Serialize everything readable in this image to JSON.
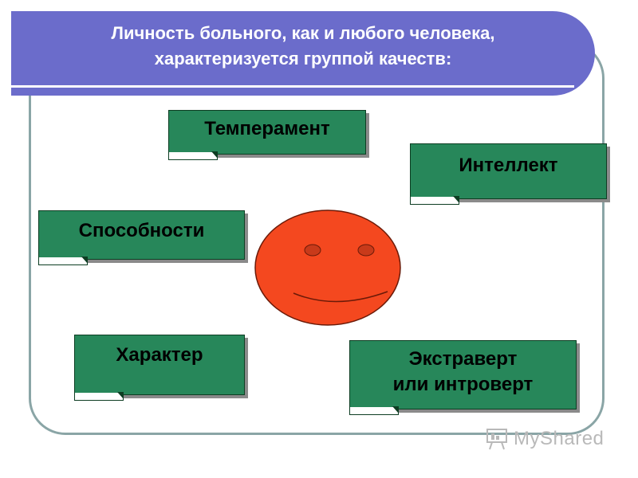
{
  "slide": {
    "title": "Личность больного, как и любого человека,\nхарактеризуется группой качеств:"
  },
  "qualities": [
    {
      "label": "Темперамент"
    },
    {
      "label": "Интеллект"
    },
    {
      "label": "Способности"
    },
    {
      "label": "Характер"
    },
    {
      "label": "Экстраверт\nили интроверт"
    }
  ],
  "colors": {
    "title_bar": "#6b6ccb",
    "note_fill": "#27875a",
    "face_fill": "#f4481f",
    "frame_border": "#8aa5a6"
  },
  "watermark": {
    "text": "MyShared"
  }
}
